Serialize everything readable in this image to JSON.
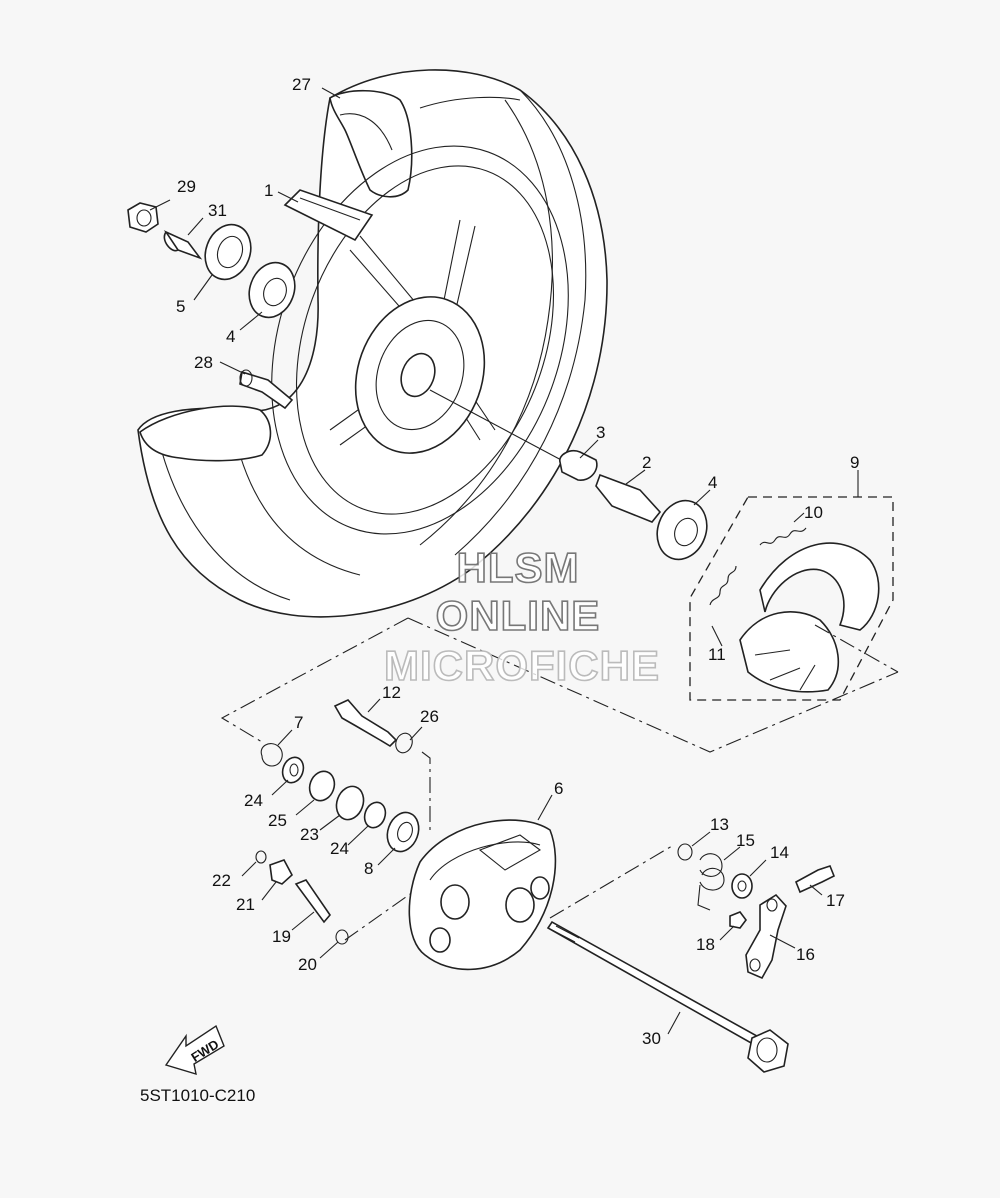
{
  "callouts": [
    {
      "id": "27",
      "label": "27"
    },
    {
      "id": "1",
      "label": "1"
    },
    {
      "id": "29",
      "label": "29"
    },
    {
      "id": "31",
      "label": "31"
    },
    {
      "id": "5",
      "label": "5"
    },
    {
      "id": "4a",
      "label": "4"
    },
    {
      "id": "28",
      "label": "28"
    },
    {
      "id": "3",
      "label": "3"
    },
    {
      "id": "2",
      "label": "2"
    },
    {
      "id": "4b",
      "label": "4"
    },
    {
      "id": "9",
      "label": "9"
    },
    {
      "id": "10",
      "label": "10"
    },
    {
      "id": "11",
      "label": "11"
    },
    {
      "id": "12",
      "label": "12"
    },
    {
      "id": "26",
      "label": "26"
    },
    {
      "id": "7",
      "label": "7"
    },
    {
      "id": "24a",
      "label": "24"
    },
    {
      "id": "25",
      "label": "25"
    },
    {
      "id": "23",
      "label": "23"
    },
    {
      "id": "24b",
      "label": "24"
    },
    {
      "id": "8",
      "label": "8"
    },
    {
      "id": "6",
      "label": "6"
    },
    {
      "id": "22",
      "label": "22"
    },
    {
      "id": "21",
      "label": "21"
    },
    {
      "id": "19",
      "label": "19"
    },
    {
      "id": "20",
      "label": "20"
    },
    {
      "id": "13",
      "label": "13"
    },
    {
      "id": "15",
      "label": "15"
    },
    {
      "id": "14",
      "label": "14"
    },
    {
      "id": "17",
      "label": "17"
    },
    {
      "id": "18",
      "label": "18"
    },
    {
      "id": "16",
      "label": "16"
    },
    {
      "id": "30",
      "label": "30"
    }
  ],
  "watermark": {
    "line1": "HLSM",
    "line2": "ONLINE",
    "line3": "MICROFICHE"
  },
  "fwd_label": "FWD",
  "reference_code": "5ST1010-C210"
}
